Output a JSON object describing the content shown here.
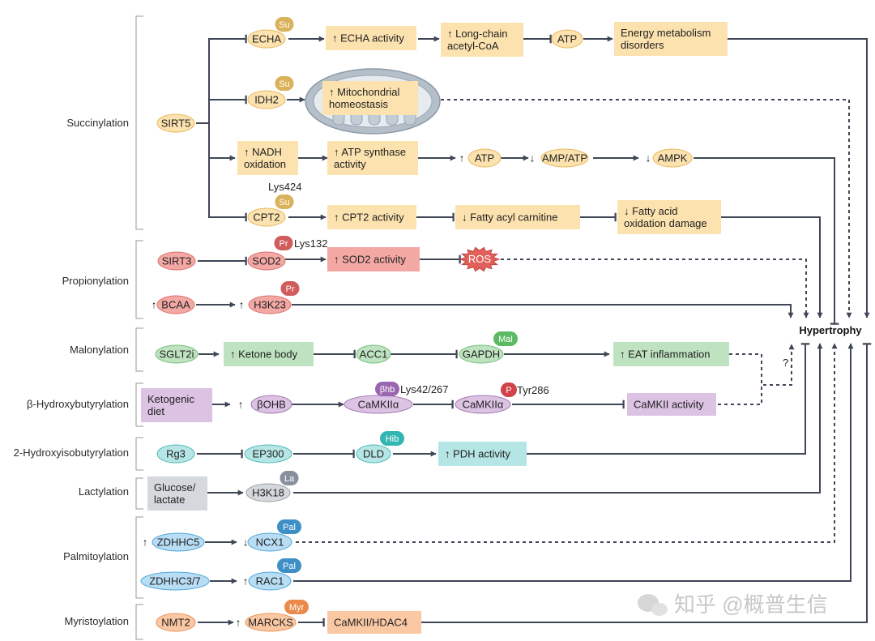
{
  "groups": [
    {
      "id": "g-succ",
      "label": "Succinylation"
    },
    {
      "id": "g-prop",
      "label": "Propionylation"
    },
    {
      "id": "g-malo",
      "label": "Malonylation"
    },
    {
      "id": "g-bhb",
      "label": "β-Hydroxybutyrylation"
    },
    {
      "id": "g-hib",
      "label": "2-Hydroxyisobutyrylation"
    },
    {
      "id": "g-lac",
      "label": "Lactylation"
    },
    {
      "id": "g-pal",
      "label": "Palmitoylation"
    },
    {
      "id": "g-myr",
      "label": "Myristoylation"
    }
  ],
  "nodes": {
    "sirt5": "SIRT5",
    "echa": "ECHA",
    "echa_act": "↑ ECHA activity",
    "lcacoa_1": "↑ Long-chain",
    "lcacoa_2": "acetyl-CoA",
    "atp1": "ATP",
    "energy_1": "Energy metabolism",
    "energy_2": "disorders",
    "idh2": "IDH2",
    "mito_1": "↑ Mitochondrial",
    "mito_2": "homeostasis",
    "nadh_1": "↑ NADH",
    "nadh_2": "oxidation",
    "atpsyn_1": "↑ ATP synthase",
    "atpsyn_2": "activity",
    "up_atp": "↑",
    "atp2": "ATP",
    "down_ampatp": "↓",
    "ampatp": "AMP/ATP",
    "down_ampk": "↓",
    "ampk": "AMPK",
    "lys424": "Lys424",
    "cpt2": "CPT2",
    "cpt2_act": "↑ CPT2 activity",
    "fac": "↓ Fatty acyl carnitine",
    "faod_1": "↓ Fatty acid",
    "faod_2": "oxidation damage",
    "sirt3": "SIRT3",
    "sod2": "SOD2",
    "lys132": "Lys132",
    "sod2_act": "↑ SOD2 activity",
    "ros": "ROS",
    "up_bcaa": "↑",
    "bcaa": "BCAA",
    "up_h3k23": "↑",
    "h3k23": "H3K23",
    "sglt2i": "SGLT2i",
    "ketone": "↑ Ketone body",
    "acc1": "ACC1",
    "gapdh": "GAPDH",
    "eat": "↑ EAT inflammation",
    "question": "?",
    "keto_1": "Ketogenic",
    "keto_2": "diet",
    "up_bohb": "↑",
    "bohb": "βOHB",
    "camk1": "CaMKIIα",
    "lys42": "Lys42/267",
    "camk2": "CaMKIIα",
    "tyr286": "Tyr286",
    "camk_act": "CaMKII activity",
    "rg3": "Rg3",
    "ep300": "EP300",
    "dld": "DLD",
    "pdh": "↑ PDH activity",
    "glu_1": "Glucose/",
    "glu_2": "lactate",
    "h3k18": "H3K18",
    "up_zd5": "↑",
    "zd5": "ZDHHC5",
    "down_ncx1": "↓",
    "ncx1": "NCX1",
    "zd37": "ZDHHC3/7",
    "up_rac1": "↑",
    "rac1": "RAC1",
    "nmt2": "NMT2",
    "up_marcks": "↑",
    "marcks": "MARCKS",
    "camk_hdac": "CaMKII/HDAC4",
    "hypertrophy": "Hypertrophy"
  },
  "marks": {
    "su": "Su",
    "pr": "Pr",
    "mal": "Mal",
    "bhb": "βhb",
    "p": "P",
    "hib": "Hib",
    "la": "La",
    "pal": "Pal",
    "myr": "Myr"
  },
  "watermark": "知乎 @概普生信",
  "colors": {
    "yellow": "#fce2ae",
    "yellow_stroke": "#e9b860",
    "red": "#f4a8a4",
    "red_stroke": "#d9716c",
    "green": "#bfe3c0",
    "green_stroke": "#72c07a",
    "purple": "#dcc2e3",
    "purple_stroke": "#a57bb4",
    "teal": "#b5e6e5",
    "teal_stroke": "#4fbcb8",
    "grey": "#d5d8dc",
    "grey_stroke": "#9aa0a6",
    "blue": "#b8ddf4",
    "blue_stroke": "#4fa7d8",
    "orange": "#fbc8a4",
    "orange_stroke": "#e9935a",
    "line": "#3f4656",
    "mito": "#b5bfca"
  }
}
